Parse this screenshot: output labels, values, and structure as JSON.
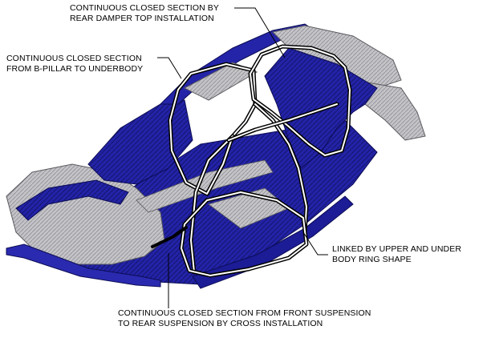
{
  "diagram": {
    "callouts": [
      {
        "id": "rear-damper",
        "lines": [
          "CONTINUOUS CLOSED SECTION BY",
          "REAR DAMPER TOP INSTALLATION"
        ]
      },
      {
        "id": "b-pillar",
        "lines": [
          "CONTINUOUS CLOSED SECTION",
          "FROM B-PILLAR TO UNDERBODY"
        ]
      },
      {
        "id": "ring",
        "lines": [
          "LINKED BY UPPER AND UNDER",
          "BODY RING SHAPE"
        ]
      },
      {
        "id": "cross",
        "lines": [
          "CONTINUOUS CLOSED SECTION FROM FRONT SUSPENSION",
          "TO REAR SUSPENSION BY CROSS INSTALLATION"
        ]
      }
    ],
    "colors": {
      "body_blue": "#1f1fa0",
      "body_blue_dark": "#12126a",
      "body_gray": "#b8b8bc",
      "body_gray_dark": "#7d7d82",
      "ring_outline": "#000000",
      "ring_fill": "#ffffff"
    }
  }
}
